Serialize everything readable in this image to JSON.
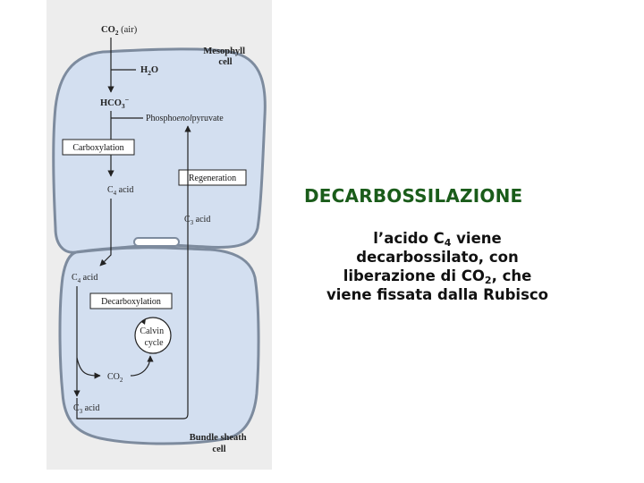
{
  "diagram": {
    "co2_air": {
      "main": "CO",
      "sub": "2",
      "tail": " (air)"
    },
    "mesophyll_cell": [
      "Mesophyll",
      "cell"
    ],
    "h2o": {
      "main": "H",
      "sub": "2",
      "tail": "O"
    },
    "hco3": {
      "main": "HCO",
      "sub": "3",
      "sup": "−"
    },
    "phosphoenolpyruvate": {
      "pre": "Phospho",
      "ital": "enol",
      "post": "pyruvate"
    },
    "carboxylation": "Carboxylation",
    "regeneration": "Regeneration",
    "c4_acid_top": {
      "main": "C",
      "sub": "4",
      "tail": " acid"
    },
    "c3_acid_top": {
      "main": "C",
      "sub": "3",
      "tail": " acid"
    },
    "c4_acid_bottom": {
      "main": "C",
      "sub": "4",
      "tail": " acid"
    },
    "decarboxylation": "Decarboxylation",
    "calvin_cycle": [
      "Calvin",
      "cycle"
    ],
    "co2_bottom": {
      "main": "CO",
      "sub": "2"
    },
    "c3_acid_bottom": {
      "main": "C",
      "sub": "3",
      "tail": " acid"
    },
    "bundle_sheath_cell": [
      "Bundle sheath",
      "cell"
    ],
    "colors": {
      "cell_fill": "#d3dff0",
      "cell_stroke": "#7d8b9e",
      "backdrop": "#ededed"
    }
  },
  "panel": {
    "title": "DECARBOSSILAZIONE",
    "desc": {
      "line1_pre": "l’acido C",
      "line1_sub": "4",
      "line1_post": " viene",
      "line2": "decarbossilato, con",
      "line3_pre": "liberazione di CO",
      "line3_sub": "2",
      "line3_post": ", che",
      "line4": "viene fissata dalla Rubisco"
    },
    "title_color": "#1a5c1a"
  }
}
